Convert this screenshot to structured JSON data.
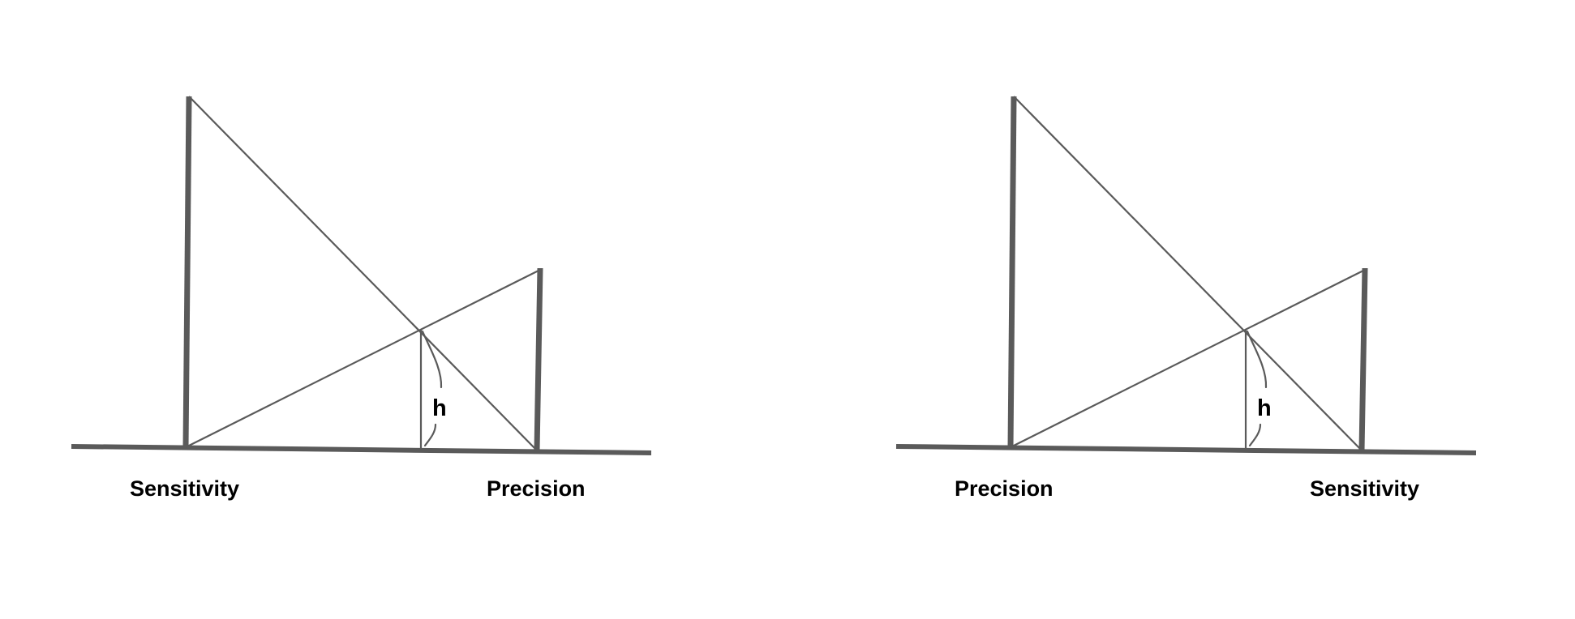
{
  "colors": {
    "line": "#5a5a5a",
    "text": "#000000",
    "background": "#ffffff"
  },
  "panels": [
    {
      "left_label": "Sensitivity",
      "right_label": "Precision",
      "height_label": "h"
    },
    {
      "left_label": "Precision",
      "right_label": "Sensitivity",
      "height_label": "h"
    }
  ]
}
